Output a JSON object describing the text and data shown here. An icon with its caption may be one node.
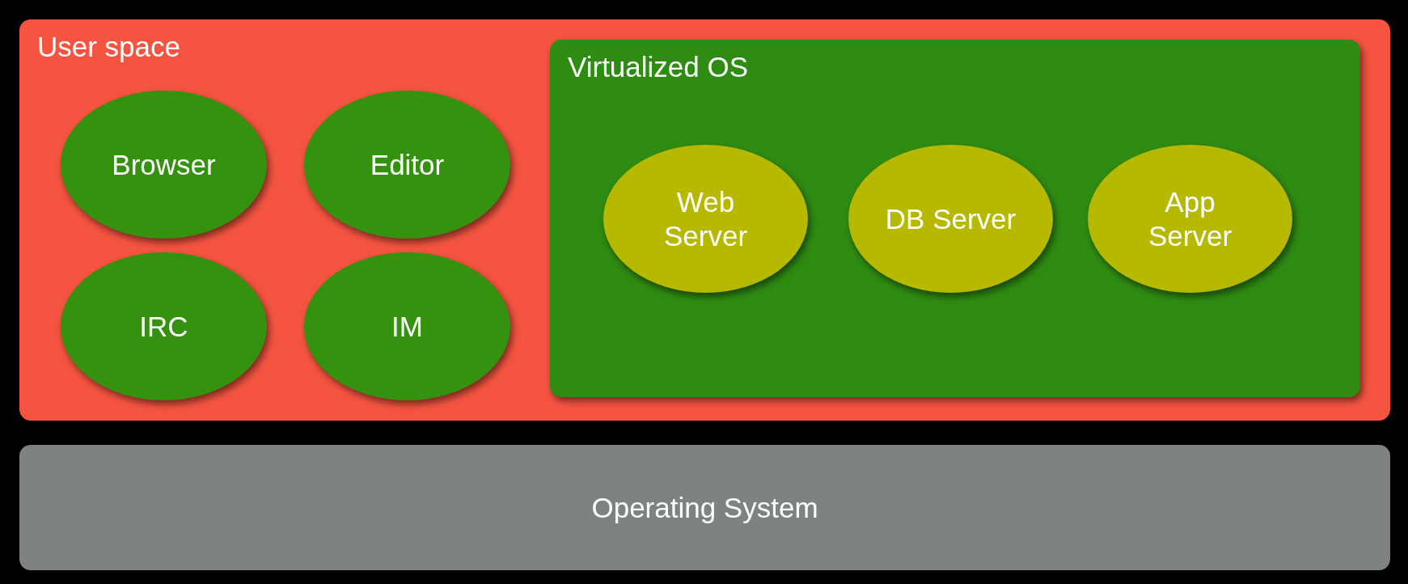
{
  "diagram": {
    "nodes": [
      {
        "text": [
          "User space"
        ]
      },
      {
        "text": [
          "Browser"
        ],
        "in": 0
      },
      {
        "text": [
          "Editor"
        ],
        "in": 0
      },
      {
        "text": [
          "IRC"
        ],
        "in": 0
      },
      {
        "text": [
          "IM"
        ],
        "in": 0
      },
      {
        "text": [
          "Virtualized OS"
        ],
        "in": 0
      },
      {
        "text": [
          "Web Server"
        ],
        "in": 5
      },
      {
        "text": [
          "DB Server"
        ],
        "in": 5
      },
      {
        "text": [
          "App Server"
        ],
        "in": 5
      },
      {
        "text": [
          "Operating System"
        ]
      }
    ],
    "edges": []
  }
}
